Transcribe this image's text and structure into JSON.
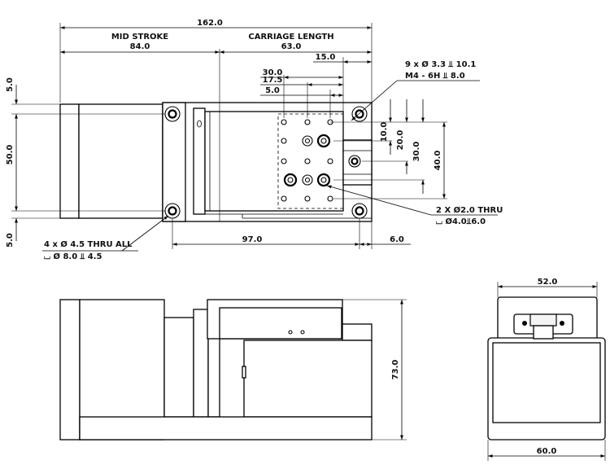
{
  "top_view": {
    "dims": {
      "overall_length": "162.0",
      "mid_stroke_label": "MID STROKE",
      "mid_stroke_value": "84.0",
      "carriage_length_label": "CARRIAGE LENGTH",
      "carriage_length_value": "63.0",
      "d15": "15.0",
      "d30": "30.0",
      "d17_5": "17.5",
      "d5": "5.0",
      "v10": "10.0",
      "v20": "20.0",
      "v30": "30.0",
      "v40": "40.0",
      "left_5_top": "5.0",
      "left_50": "50.0",
      "left_5_bottom": "5.0",
      "d97": "97.0",
      "d6": "6.0"
    },
    "notes": {
      "tapped_holes_line1": "9 x Ø 3.3 ⫫ 10.1",
      "tapped_holes_line2": "M4 - 6H ⫫ 8.0",
      "dowel_line1": "2 X Ø2.0 THRU",
      "dowel_line2": "⌴ Ø4.0⫫6.0",
      "mount_line1": "4 x Ø 4.5 THRU ALL",
      "mount_line2": "⌴ Ø 8.0 ⫫ 4.5"
    }
  },
  "side_view": {
    "dims": {
      "height": "73.0"
    }
  },
  "end_view": {
    "dims": {
      "top_width": "52.0",
      "bottom_width": "60.0"
    }
  }
}
